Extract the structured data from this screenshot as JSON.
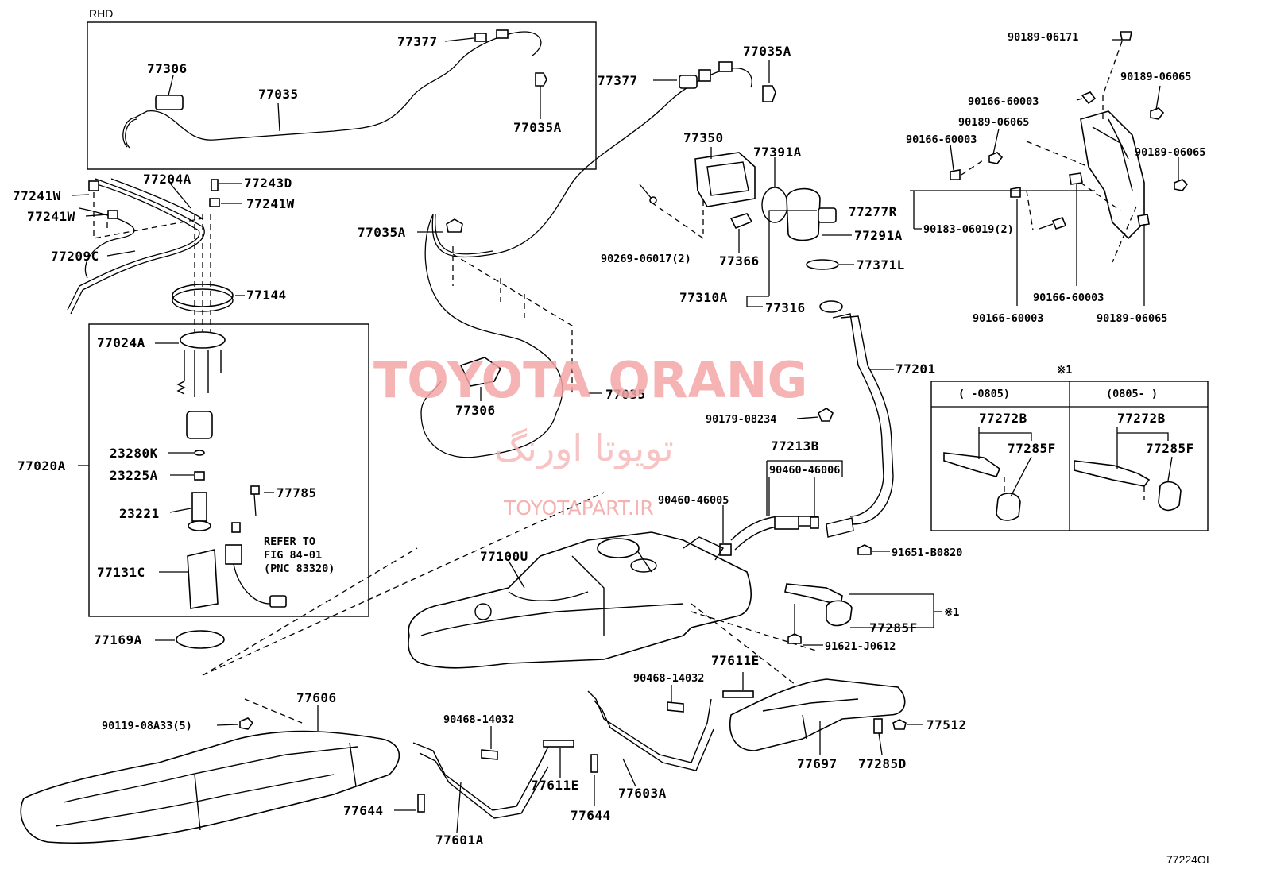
{
  "diagram": {
    "figure_code": "77224OI",
    "rhd_label": "RHD",
    "note_symbol": "※1",
    "refer_note": [
      "REFER TO",
      "FIG 84-01",
      "(PNC 83320)"
    ],
    "variant_table": {
      "headers": [
        "(    -0805)",
        "(0805-    )"
      ],
      "left_labels": [
        "77272B",
        "77285F"
      ],
      "right_labels": [
        "77272B",
        "77285F"
      ]
    },
    "watermark": {
      "brand": "TOYOTA ORANG",
      "persian": "تویوتا اورنگ",
      "url": "TOYOTAPART.IR"
    },
    "labels": {
      "l_77377_rhd": "77377",
      "l_77306_rhd": "77306",
      "l_77035_rhd": "77035",
      "l_77035a_rhd": "77035A",
      "l_77377": "77377",
      "l_77035a_top": "77035A",
      "l_77035a_mid": "77035A",
      "l_77035": "77035",
      "l_77306": "77306",
      "l_77241w_1": "77241W",
      "l_77241w_2": "77241W",
      "l_77241w_3": "77241W",
      "l_77204a": "77204A",
      "l_77243d": "77243D",
      "l_77209c": "77209C",
      "l_77144": "77144",
      "l_77024a": "77024A",
      "l_77020a": "77020A",
      "l_23280k": "23280K",
      "l_23225a": "23225A",
      "l_23221": "23221",
      "l_77785": "77785",
      "l_77131c": "77131C",
      "l_77169a": "77169A",
      "l_77350": "77350",
      "l_77391a": "77391A",
      "l_77291a": "77291A",
      "l_90269": "90269-06017(2)",
      "l_77366": "77366",
      "l_77371l": "77371L",
      "l_77310a": "77310A",
      "l_77316": "77316",
      "l_77201": "77201",
      "l_90179": "90179-08234",
      "l_77213b": "77213B",
      "l_90460_46006": "90460-46006",
      "l_90460_46005": "90460-46005",
      "l_91651": "91651-B0820",
      "l_77100u": "77100U",
      "l_77285f": "77285F",
      "l_91621": "91621-J0612",
      "l_77611e_top": "77611E",
      "l_90468_top": "90468-14032",
      "l_77606": "77606",
      "l_90119": "90119-08A33(5)",
      "l_90468_bot": "90468-14032",
      "l_77611e_bot": "77611E",
      "l_77644_a": "77644",
      "l_77644_b": "77644",
      "l_77601a": "77601A",
      "l_77603a": "77603A",
      "l_77697": "77697",
      "l_77285d": "77285D",
      "l_77512": "77512",
      "l_90189_06171": "90189-06171",
      "l_90189_06065_a": "90189-06065",
      "l_90166_60003_a": "90166-60003",
      "l_90189_06065_b": "90189-06065",
      "l_90166_60003_b": "90166-60003",
      "l_90189_06065_c": "90189-06065",
      "l_77277r": "77277R",
      "l_90183": "90183-06019(2)",
      "l_90166_60003_c": "90166-60003",
      "l_90166_60003_d": "90166-60003",
      "l_90189_06065_d": "90189-06065"
    }
  }
}
